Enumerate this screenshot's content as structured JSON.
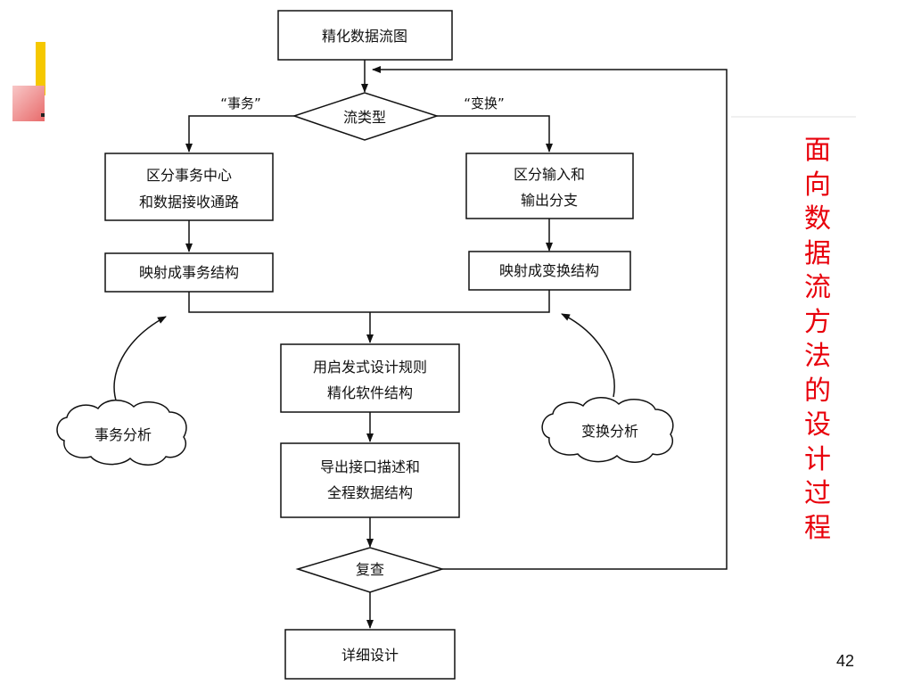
{
  "title": "面向数据流方法的设计过程",
  "page_number": "42",
  "nodes": {
    "refine_dfd": "精化数据流图",
    "flow_type": "流类型",
    "transaction_center": [
      "区分事务中心",
      "和数据接收通路"
    ],
    "io_branches": [
      "区分输入和",
      "输出分支"
    ],
    "map_transaction": "映射成事务结构",
    "map_transform": "映射成变换结构",
    "heuristics": [
      "用启发式设计规则",
      "精化软件结构"
    ],
    "interface": [
      "导出接口描述和",
      "全程数据结构"
    ],
    "review": "复查",
    "detailed_design": "详细设计"
  },
  "edge_labels": {
    "transaction": "“事务”",
    "transform": "“变换”"
  },
  "clouds": {
    "transaction_analysis": "事务分析",
    "transform_analysis": "变换分析"
  }
}
